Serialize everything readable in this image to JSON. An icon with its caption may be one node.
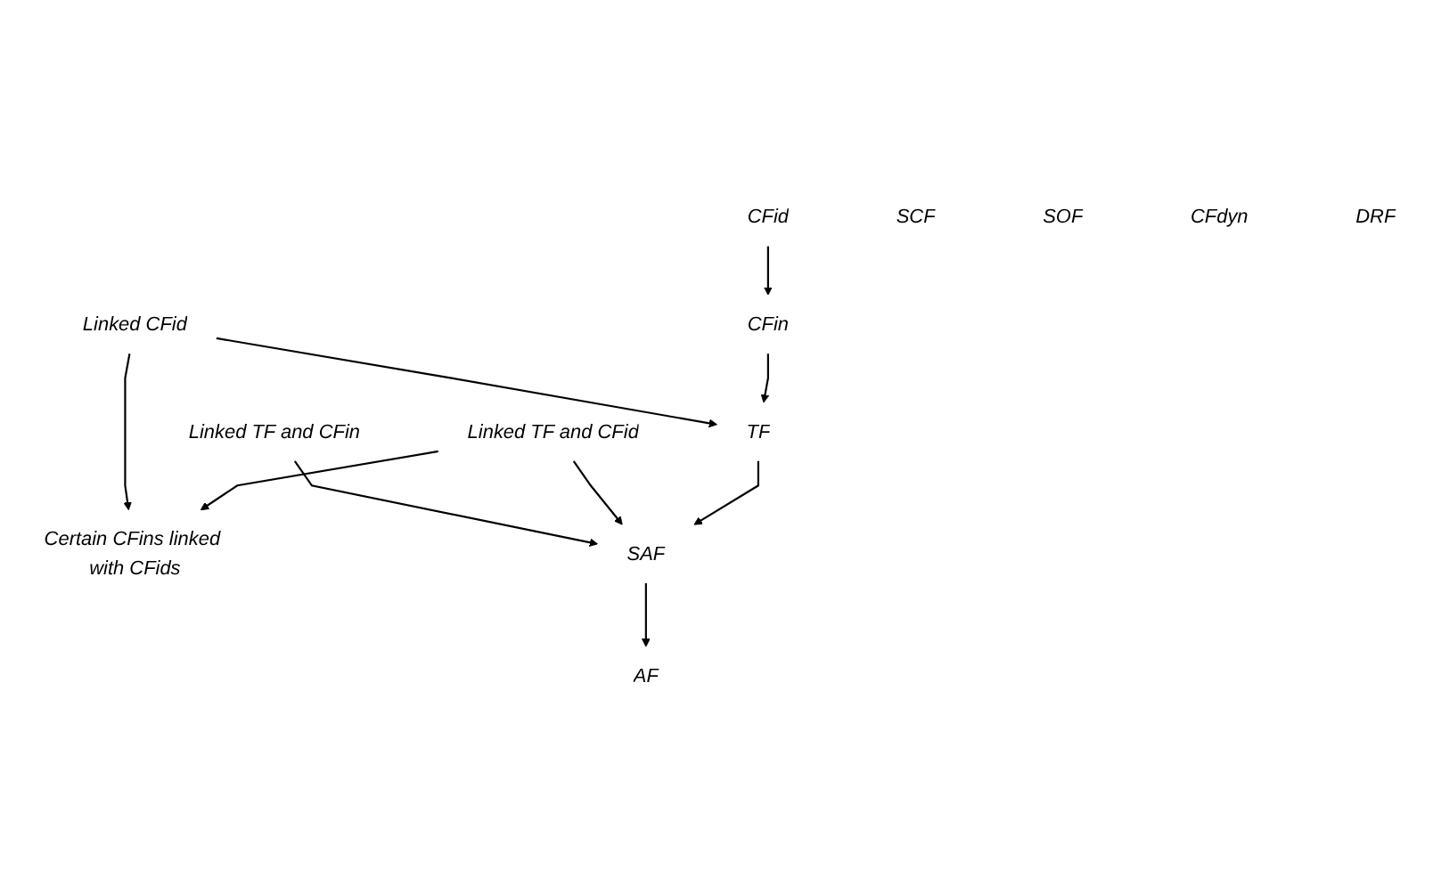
{
  "diagram": {
    "nodes": [
      {
        "text": [
          "CFid"
        ]
      },
      {
        "text": [
          "Linked CFid"
        ]
      },
      {
        "text": [
          "Linked TF and CFin"
        ]
      },
      {
        "text": [
          "Linked TF and CFid"
        ]
      },
      {
        "text": [
          "CFin"
        ]
      },
      {
        "text": [
          "TF"
        ]
      },
      {
        "text": [
          "Certain CFins linked with CFids"
        ]
      },
      {
        "text": [
          "SAF"
        ]
      },
      {
        "text": [
          "SCF"
        ]
      },
      {
        "text": [
          "SOF"
        ]
      },
      {
        "text": [
          "CFdyn"
        ]
      },
      {
        "text": [
          "DRF"
        ]
      },
      {
        "text": [
          "AF"
        ]
      }
    ],
    "edges": [
      {
        "from": 0,
        "to": 4,
        "arrow": "to"
      },
      {
        "from": 1,
        "to": 5,
        "arrow": "to"
      },
      {
        "from": 1,
        "to": 6,
        "arrow": "to"
      },
      {
        "from": 2,
        "to": 7,
        "arrow": "to"
      },
      {
        "from": 3,
        "to": 6,
        "arrow": "to"
      },
      {
        "from": 3,
        "to": 7,
        "arrow": "to"
      },
      {
        "from": 4,
        "to": 5,
        "arrow": "to"
      },
      {
        "from": 5,
        "to": 7,
        "arrow": "to"
      },
      {
        "from": 7,
        "to": 12,
        "arrow": "to"
      }
    ]
  }
}
